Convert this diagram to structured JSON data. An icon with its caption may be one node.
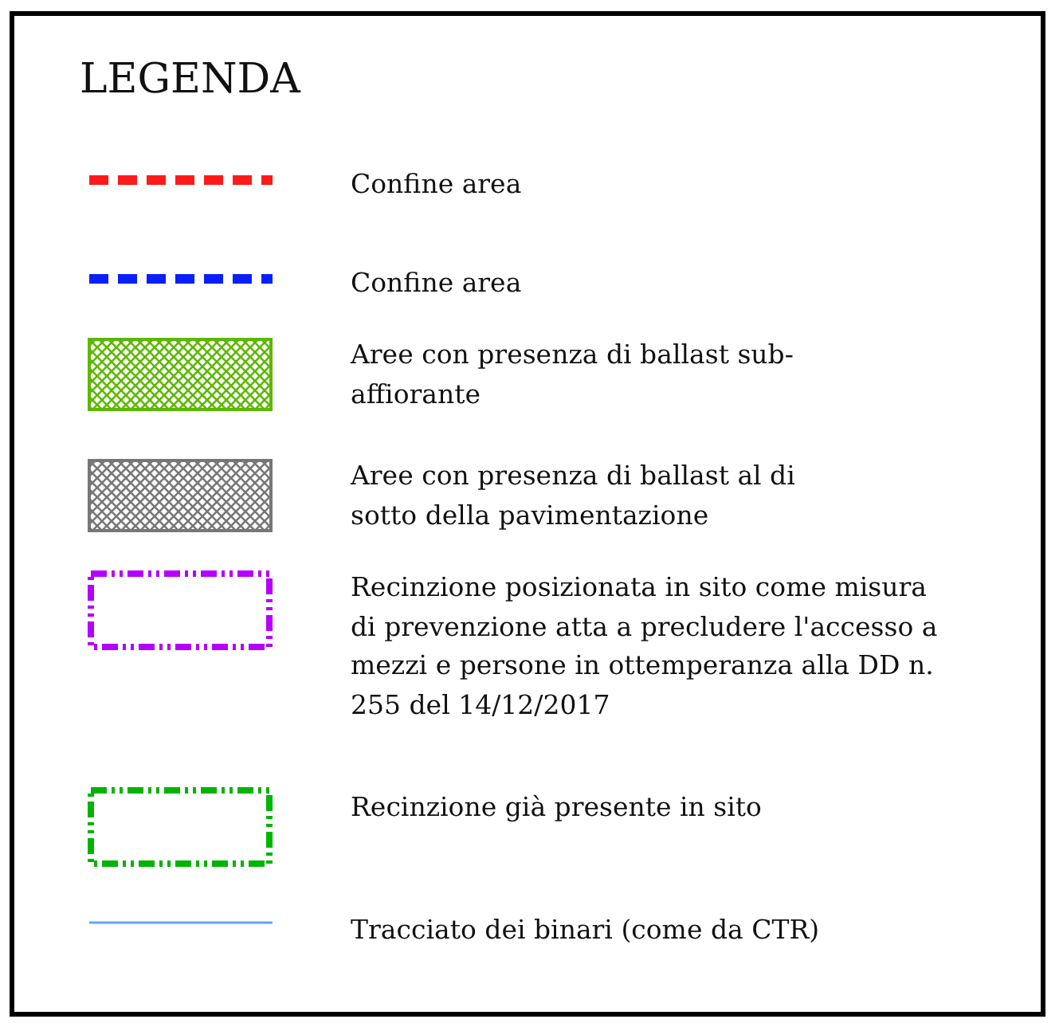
{
  "diagram": {
    "title": "LEGENDA",
    "legend": [
      {
        "text": "Confine area"
      },
      {
        "text": "Confine area"
      },
      {
        "text": "Aree con presenza di ballast sub-affiorante"
      },
      {
        "text": "Aree con presenza di ballast al di sotto della pavimentazione"
      },
      {
        "text": "Recinzione posizionata in sito come misura di prevenzione atta a precludere l'accesso a mezzi e persone in ottemperanza alla DD n. 255 del 14/12/2017"
      },
      {
        "text": "Recinzione già presente in sito"
      },
      {
        "text": "Tracciato dei binari (come da CTR)"
      }
    ]
  }
}
